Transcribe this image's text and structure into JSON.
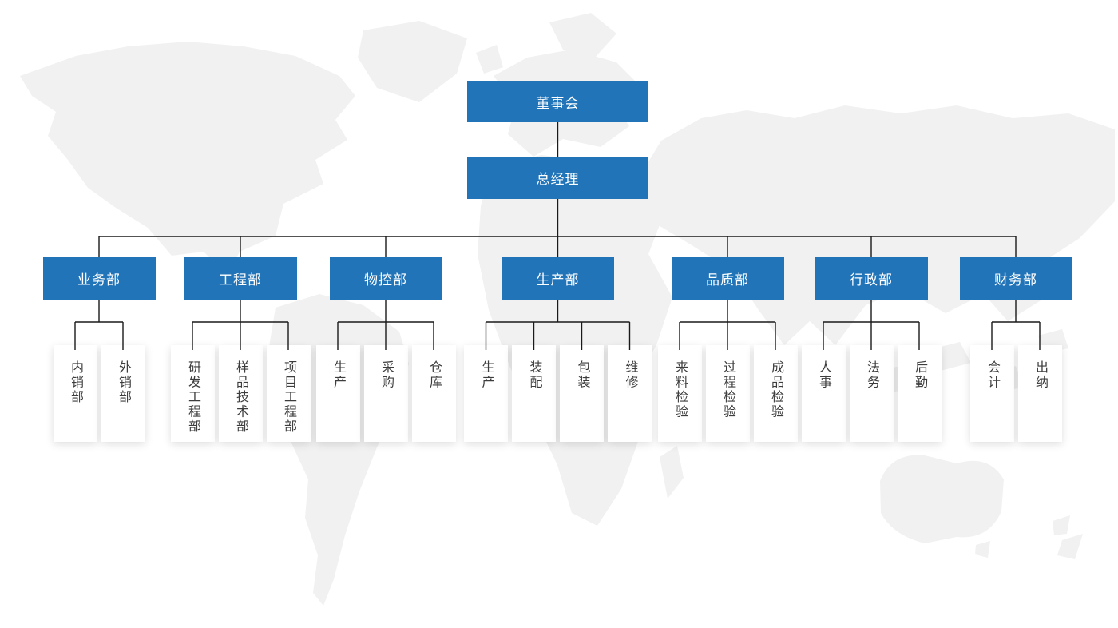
{
  "colors": {
    "accent": "#2274b9",
    "connector": "#1a1a1a",
    "node_text": "#ffffff",
    "leaf_text": "#3d3d3d",
    "map_land": "#f1f1f1"
  },
  "org_chart": {
    "board": "董事会",
    "general_manager": "总经理",
    "departments": [
      {
        "name": "业务部",
        "children": [
          "内销部",
          "外销部"
        ]
      },
      {
        "name": "工程部",
        "children": [
          "研发工程部",
          "样品技术部",
          "项目工程部"
        ]
      },
      {
        "name": "物控部",
        "children": [
          "生产",
          "采购",
          "仓库"
        ]
      },
      {
        "name": "生产部",
        "children": [
          "生产",
          "装配",
          "包装",
          "维修"
        ]
      },
      {
        "name": "品质部",
        "children": [
          "来料检验",
          "过程检验",
          "成品检验"
        ]
      },
      {
        "name": "行政部",
        "children": [
          "人事",
          "法务",
          "后勤"
        ]
      },
      {
        "name": "财务部",
        "children": [
          "会计",
          "出纳"
        ]
      }
    ]
  }
}
